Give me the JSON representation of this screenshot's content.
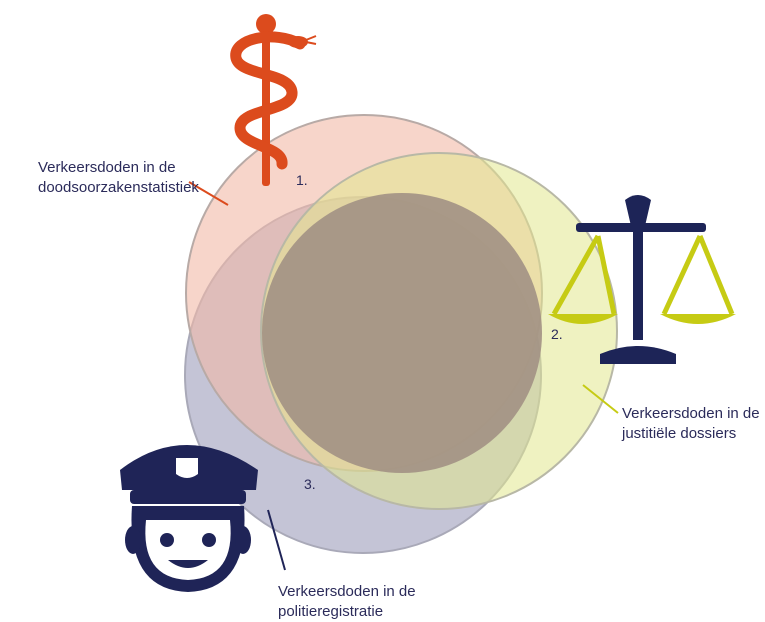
{
  "sets": [
    {
      "id": "doodsoorzaken",
      "number": "1.",
      "label_line1": "Verkeersdoden in de",
      "label_line2": "doodsoorzakenstatistiek",
      "fill": "#f2b9a6",
      "stroke": "#b8aaa6",
      "icon": "staff-of-asclepius-icon",
      "icon_color": "#dc4b1d"
    },
    {
      "id": "justitie",
      "number": "2.",
      "label_line1": "Verkeersdoden in de",
      "label_line2": "justitiële dossiers",
      "fill": "#e2e78e",
      "stroke": "#b8b8a6",
      "icon": "scales-of-justice-icon",
      "icon_color": "#1d2457",
      "icon_accent": "#c6cb14"
    },
    {
      "id": "politie",
      "number": "3.",
      "label_line1": "Verkeersdoden in de",
      "label_line2": "politieregistratie",
      "fill": "#9c9cba",
      "stroke": "#a9a9b8",
      "icon": "police-officer-icon",
      "icon_color": "#1f2457"
    }
  ],
  "center_fill": "#a29184"
}
